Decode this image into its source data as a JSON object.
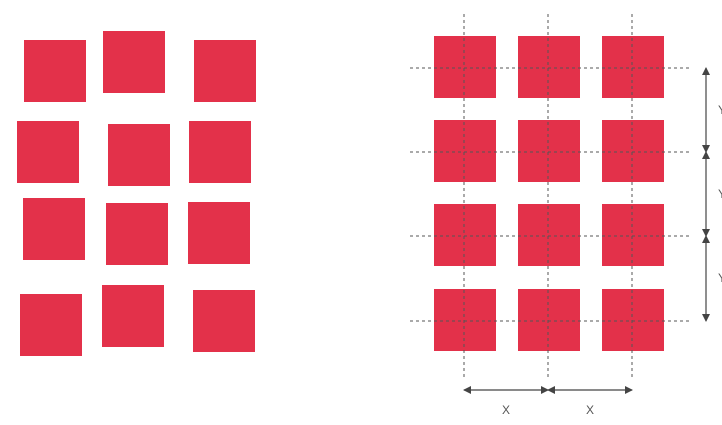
{
  "colors": {
    "square": "#e3314a",
    "guide": "#555555",
    "arrow": "#444444",
    "background": "#ffffff"
  },
  "left_panel": {
    "description_key": "irregular-grid",
    "square_count": 12
  },
  "right_panel": {
    "description_key": "aligned-grid",
    "rows": 4,
    "columns": 3,
    "horizontal_spacing_label": "X",
    "horizontal_spacing_label_2": "X",
    "vertical_spacing_label_1": "Y",
    "vertical_spacing_label_2": "Y",
    "vertical_spacing_label_3": "Y"
  }
}
